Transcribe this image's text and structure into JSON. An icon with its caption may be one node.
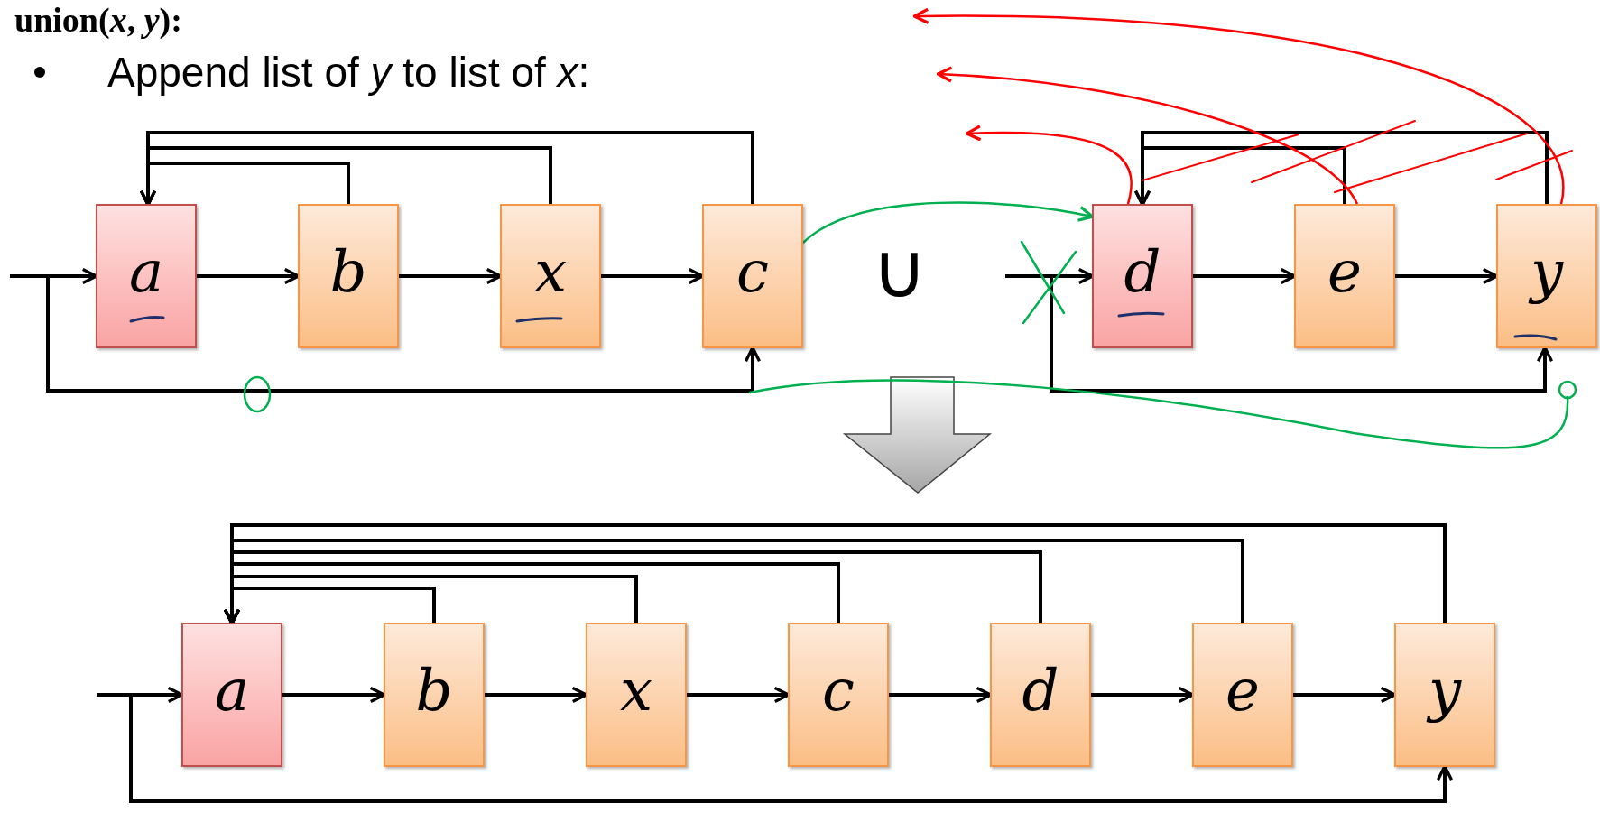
{
  "diagram": {
    "title": "union(*x*, *y*):",
    "nodes": [
      {
        "text": [
          "a"
        ]
      },
      {
        "text": [
          "b"
        ]
      },
      {
        "text": [
          "x"
        ]
      },
      {
        "text": [
          "c"
        ]
      },
      {
        "text": [
          "d"
        ]
      },
      {
        "text": [
          "e"
        ]
      },
      {
        "text": [
          "y"
        ]
      },
      {
        "text": [
          "a"
        ]
      },
      {
        "text": [
          "b"
        ]
      },
      {
        "text": [
          "x"
        ]
      },
      {
        "text": [
          "c"
        ]
      },
      {
        "text": [
          "d"
        ]
      },
      {
        "text": [
          "e"
        ]
      },
      {
        "text": [
          "y"
        ]
      }
    ],
    "edges": [
      {
        "from": null,
        "to": 0,
        "arrow": "to"
      },
      {
        "from": 0,
        "to": 1,
        "arrow": "to"
      },
      {
        "from": 1,
        "to": 2,
        "arrow": "to"
      },
      {
        "from": 2,
        "to": 3,
        "arrow": "to"
      },
      {
        "from": 1,
        "to": 0,
        "arrow": "to"
      },
      {
        "from": 2,
        "to": 0,
        "arrow": "to"
      },
      {
        "from": 3,
        "to": 0,
        "arrow": "to"
      },
      {
        "from": null,
        "to": 3,
        "arrow": "to"
      },
      {
        "from": null,
        "to": 4,
        "arrow": "to"
      },
      {
        "from": 4,
        "to": 5,
        "arrow": "to"
      },
      {
        "from": 5,
        "to": 6,
        "arrow": "to"
      },
      {
        "from": 5,
        "to": 4,
        "arrow": "to"
      },
      {
        "from": 6,
        "to": 4,
        "arrow": "to"
      },
      {
        "from": null,
        "to": 6,
        "arrow": "to"
      },
      {
        "from": 4,
        "to": null,
        "arrow": "to",
        "color": "#ff0000"
      },
      {
        "from": 5,
        "to": null,
        "arrow": "to",
        "color": "#ff0000"
      },
      {
        "from": 6,
        "to": null,
        "arrow": "to",
        "color": "#ff0000"
      },
      {
        "from": 3,
        "to": 4,
        "arrow": "to",
        "color": "#00b050"
      },
      {
        "from": null,
        "to": 7,
        "arrow": "to"
      },
      {
        "from": 7,
        "to": 8,
        "arrow": "to"
      },
      {
        "from": 8,
        "to": 9,
        "arrow": "to"
      },
      {
        "from": 9,
        "to": 10,
        "arrow": "to"
      },
      {
        "from": 10,
        "to": 11,
        "arrow": "to"
      },
      {
        "from": 11,
        "to": 12,
        "arrow": "to"
      },
      {
        "from": 12,
        "to": 13,
        "arrow": "to"
      },
      {
        "from": 8,
        "to": 7,
        "arrow": "to"
      },
      {
        "from": 9,
        "to": 7,
        "arrow": "to"
      },
      {
        "from": 10,
        "to": 7,
        "arrow": "to"
      },
      {
        "from": 11,
        "to": 7,
        "arrow": "to"
      },
      {
        "from": 12,
        "to": 7,
        "arrow": "to"
      },
      {
        "from": 13,
        "to": 7,
        "arrow": "to"
      },
      {
        "from": null,
        "to": 13,
        "arrow": "to"
      }
    ],
    "labels": [
      "Append list of *y* to list of *x*:",
      "∪"
    ]
  }
}
